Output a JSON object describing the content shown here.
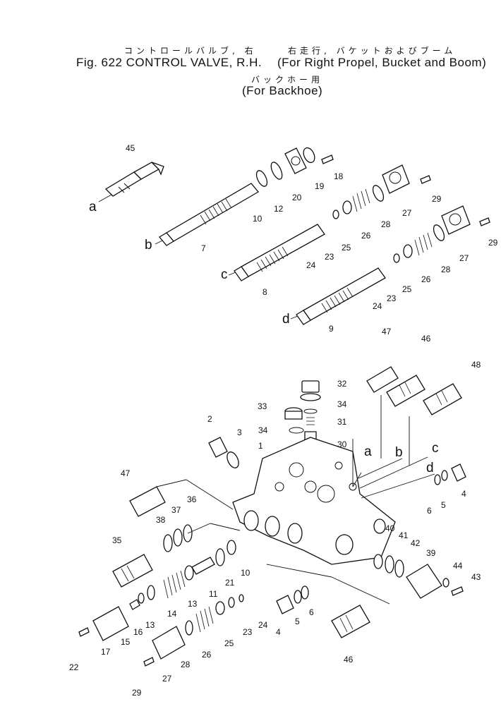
{
  "title": {
    "jp_line1": "コントロールバルブ, 右",
    "jp_paren1": "右走行, バケットおよびブーム",
    "fig_label": "Fig. 622 CONTROL VALVE, R.H.",
    "en_paren1": "(For Right Propel, Bucket and Boom)",
    "jp_paren2": "バックホー用",
    "en_paren2": "(For Backhoe)"
  },
  "callouts": [
    "45",
    "18",
    "19",
    "20",
    "12",
    "10",
    "7",
    "29",
    "27",
    "26",
    "28",
    "25",
    "23",
    "24",
    "8",
    "29",
    "27",
    "28",
    "26",
    "25",
    "23",
    "24",
    "9",
    "47",
    "46",
    "48",
    "32",
    "33",
    "34",
    "31",
    "30",
    "2",
    "3",
    "1",
    "34",
    "47",
    "37",
    "36",
    "38",
    "35",
    "4",
    "5",
    "6",
    "10",
    "21",
    "11",
    "13",
    "14",
    "16",
    "15",
    "13",
    "17",
    "22",
    "40",
    "41",
    "42",
    "39",
    "44",
    "43",
    "24",
    "23",
    "25",
    "26",
    "28",
    "27",
    "29",
    "4",
    "5",
    "6",
    "46"
  ],
  "port_letters": [
    "a",
    "b",
    "c",
    "d",
    "a",
    "b",
    "c",
    "d"
  ]
}
